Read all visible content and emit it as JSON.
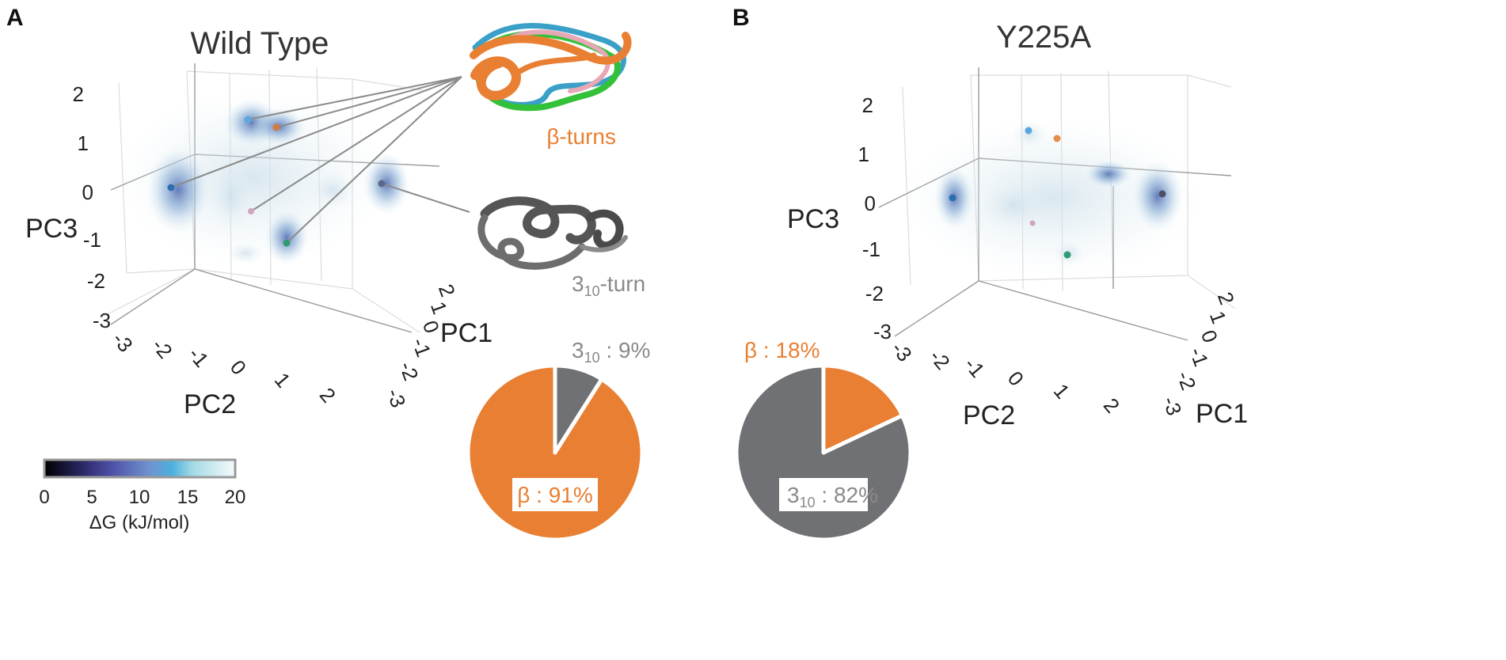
{
  "panels": [
    {
      "letter": "A",
      "title": "Wild Type",
      "axes": {
        "x_label": "PC2",
        "y_label": "PC1",
        "z_label": "PC3"
      },
      "ticks": {
        "pc3": [
          "2",
          "1",
          "0",
          "-1",
          "-2",
          "-3"
        ],
        "pc2": [
          "-3",
          "-2",
          "-1",
          "0",
          "1",
          "2"
        ],
        "pc1": [
          "2",
          "1",
          "0",
          "-1",
          "-2",
          "-3"
        ]
      },
      "structures": [
        {
          "label": "β-turns",
          "color": "#e97f32"
        },
        {
          "label_main": "3",
          "label_sub": "10",
          "label_rest": "-turn",
          "color": "#8a8a8a"
        }
      ]
    },
    {
      "letter": "B",
      "title": "Y225A",
      "axes": {
        "x_label": "PC2",
        "y_label": "PC1",
        "z_label": "PC3"
      },
      "ticks": {
        "pc3": [
          "2",
          "1",
          "0",
          "-1",
          "-2",
          "-3"
        ],
        "pc2": [
          "-3",
          "-2",
          "-1",
          "0",
          "1",
          "2"
        ],
        "pc1": [
          "2",
          "1",
          "0",
          "-1",
          "-2",
          "-3"
        ]
      }
    }
  ],
  "colorbar": {
    "label": "ΔG (kJ/mol)",
    "ticks": [
      "0",
      "5",
      "10",
      "15",
      "20"
    ],
    "range": [
      0,
      20
    ]
  },
  "chart_data": [
    {
      "type": "pie",
      "panel": "A",
      "slices": [
        {
          "name": "310",
          "value": 9,
          "label_main": "3",
          "label_sub": "10",
          "label_rest": " : 9%",
          "color": "#707174"
        },
        {
          "name": "β",
          "value": 91,
          "label": "β : 91%",
          "color": "#e97f32"
        }
      ]
    },
    {
      "type": "pie",
      "panel": "B",
      "slices": [
        {
          "name": "β",
          "value": 18,
          "label": "β : 18%",
          "color": "#e97f32"
        },
        {
          "name": "310",
          "value": 82,
          "label_main": "3",
          "label_sub": "10",
          "label_rest": " : 82%",
          "color": "#707174"
        }
      ]
    }
  ]
}
